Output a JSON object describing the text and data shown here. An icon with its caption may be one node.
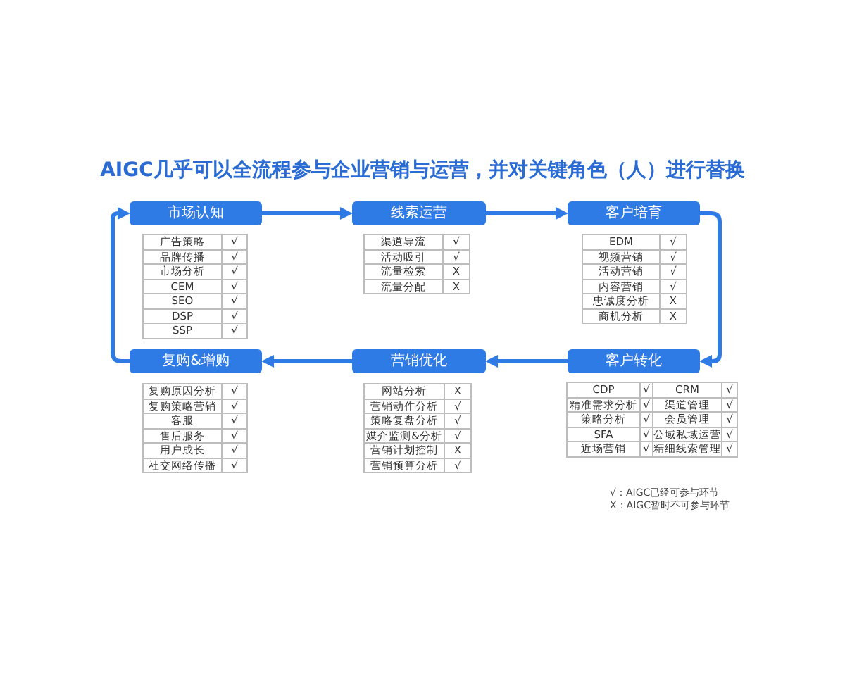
{
  "diagram": {
    "title": "AIGC几乎可以全流程参与企业营销与运营，并对关键角色（人）进行替换",
    "nodes": [
      {
        "text": [
          "市场认知"
        ]
      },
      {
        "text": [
          "广告策略",
          "√",
          "品牌传播",
          "√",
          "市场分析",
          "√",
          "CEM",
          "√",
          "SEO",
          "√",
          "DSP",
          "√",
          "SSP",
          "√"
        ]
      },
      {
        "text": [
          "线索运营"
        ]
      },
      {
        "text": [
          "渠道导流",
          "√",
          "活动吸引",
          "√",
          "流量检索",
          "X",
          "流量分配",
          "X"
        ]
      },
      {
        "text": [
          "客户培育"
        ]
      },
      {
        "text": [
          "EDM",
          "√",
          "视频营销",
          "√",
          "活动营销",
          "√",
          "内容营销",
          "√",
          "忠诚度分析",
          "X",
          "商机分析",
          "X"
        ]
      },
      {
        "text": [
          "客户转化"
        ]
      },
      {
        "text": [
          "CDP",
          "√",
          "CRM",
          "√",
          "精准需求分析",
          "√",
          "渠道管理",
          "√",
          "策略分析",
          "√",
          "会员管理",
          "√",
          "SFA",
          "√",
          "公域私域运营",
          "√",
          "近场营销",
          "√",
          "精细线索管理",
          "√"
        ]
      },
      {
        "text": [
          "营销优化"
        ]
      },
      {
        "text": [
          "网站分析",
          "X",
          "营销动作分析",
          "√",
          "策略复盘分析",
          "√",
          "媒介监测&分析",
          "√",
          "营销计划控制",
          "X",
          "营销预算分析",
          "√"
        ]
      },
      {
        "text": [
          "复购&增购"
        ]
      },
      {
        "text": [
          "复购原因分析",
          "√",
          "复购策略营销",
          "√",
          "客服",
          "√",
          "售后服务",
          "√",
          "用户成长",
          "√",
          "社交网络传播",
          "√"
        ]
      }
    ],
    "edges": [
      {
        "from": 0,
        "to": 2,
        "arrow": "to"
      },
      {
        "from": 2,
        "to": 4,
        "arrow": "to"
      },
      {
        "from": 4,
        "to": 6,
        "arrow": "to"
      },
      {
        "from": 6,
        "to": 8,
        "arrow": "to"
      },
      {
        "from": 8,
        "to": 10,
        "arrow": "to"
      },
      {
        "from": 10,
        "to": 0,
        "arrow": "to"
      }
    ],
    "legend": [
      {
        "text": "√：AIGC已经可参与环节"
      },
      {
        "text": "X：AIGC暂时不可参与环节"
      }
    ]
  }
}
